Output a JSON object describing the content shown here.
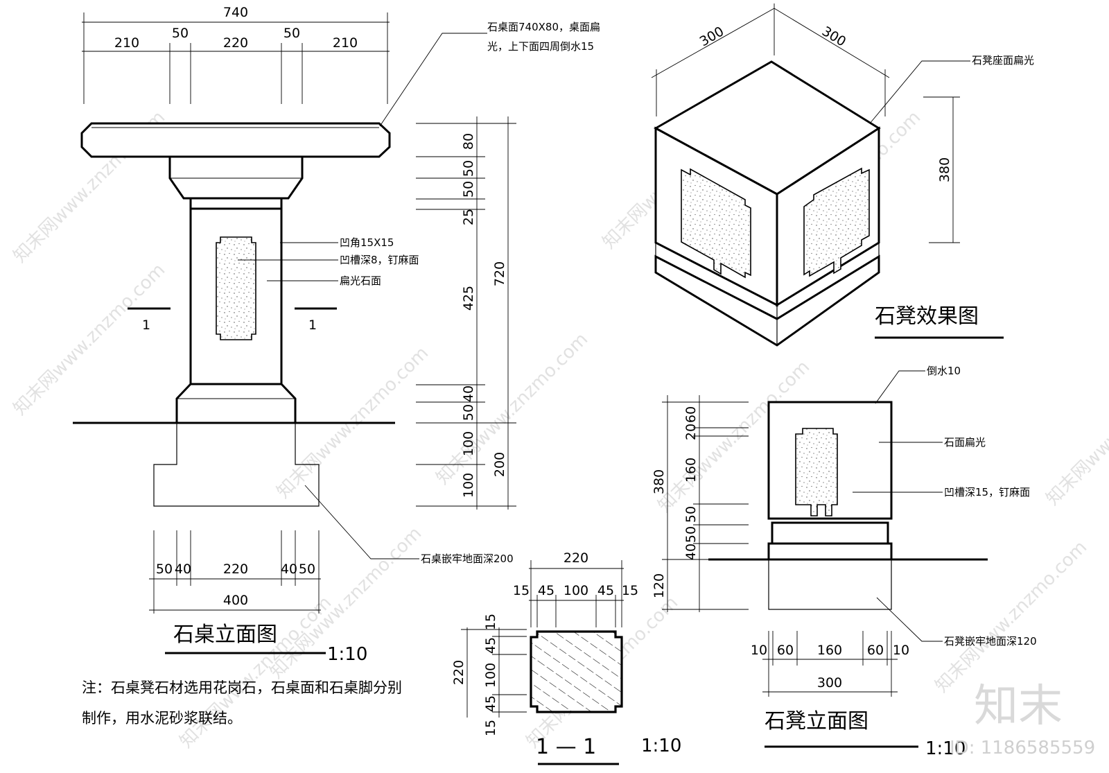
{
  "table_elevation": {
    "title": "石桌立面图",
    "scale": "1:10",
    "top_dims": {
      "total": "740",
      "segments": [
        "210",
        "50",
        "220",
        "50",
        "210"
      ]
    },
    "side_dims": [
      "80",
      "50",
      "50",
      "25",
      "425",
      "40",
      "50",
      "100",
      "100"
    ],
    "side_total_upper": "720",
    "side_total_lower": "200",
    "bottom_dims": {
      "segments": [
        "50",
        "40",
        "220",
        "40",
        "50"
      ],
      "total": "400"
    },
    "section_mark": "1",
    "callouts": {
      "top_line1": "石桌面740X80，桌面扁",
      "top_line2": "光，上下面四周倒水15",
      "corner": "凹角15X15",
      "groove": "凹槽深8，钉麻面",
      "face": "扁光石面",
      "embed": "石桌嵌牢地面深200"
    }
  },
  "note": {
    "line1": "注：石桌凳石材选用花岗石，石桌面和石桌脚分别",
    "line2": "制作，用水泥砂浆联结。"
  },
  "section": {
    "title": "1 — 1",
    "scale": "1:10",
    "top_total": "220",
    "top_segments": [
      "15",
      "45",
      "100",
      "45",
      "15"
    ],
    "left_total": "220",
    "left_segments": [
      "15",
      "45",
      "100",
      "45",
      "15"
    ]
  },
  "stool_3d": {
    "title": "石凳效果图",
    "dim_left": "300",
    "dim_right": "300",
    "dim_height": "380",
    "callout": "石凳座面扁光"
  },
  "stool_elevation": {
    "title": "石凳立面图",
    "scale": "1:10",
    "side_dims": [
      "60",
      "20",
      "160",
      "50",
      "50",
      "40",
      "120"
    ],
    "side_total": "380",
    "bottom_segments": [
      "10",
      "60",
      "160",
      "60",
      "10"
    ],
    "bottom_total": "300",
    "callouts": {
      "chamfer": "倒水10",
      "face": "石面扁光",
      "groove": "凹槽深15，钉麻面",
      "embed": "石凳嵌牢地面深120"
    }
  },
  "watermark": {
    "text": "知末网www.znzmo.com",
    "brand": "知末",
    "id": "ID: 1186585559"
  }
}
